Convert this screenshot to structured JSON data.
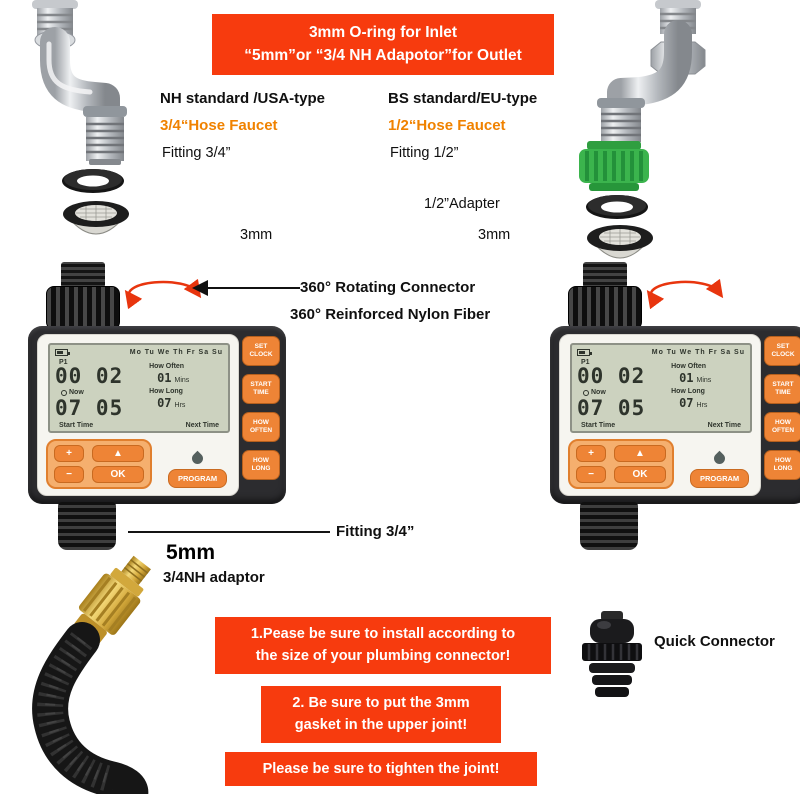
{
  "banner": {
    "line1": "3mm O-ring for Inlet",
    "line2": "“5mm”or “3/4 NH Adapotor”for Outlet"
  },
  "specs": {
    "left": {
      "title": "NH standard /USA-type",
      "hose": "3/4“Hose Faucet",
      "fitting": "Fitting 3/4”"
    },
    "right": {
      "title": "BS standard/EU-type",
      "hose": "1/2“Hose Faucet",
      "fitting": "Fitting 1/2”"
    }
  },
  "callouts": {
    "half_adapter": "1/2”Adapter",
    "gasket_left": "3mm",
    "gasket_right": "3mm",
    "rotate_line1": "360° Rotating Connector",
    "rotate_line2": "360° Reinforced Nylon Fiber",
    "fitting_outlet": "Fitting 3/4”",
    "adaptor_size": "5mm",
    "adaptor_name": "3/4NH adaptor",
    "quick_connector": "Quick Connector"
  },
  "timer": {
    "days": "Mo Tu We Th Fr Sa Su",
    "program": "P1",
    "time_top": "00 02",
    "time_bottom": "07 05",
    "now_label": "Now",
    "how_often": "How Often",
    "often_value": "01",
    "often_unit": "Mins",
    "how_long": "How Long",
    "long_value": "07",
    "long_unit": "Hrs",
    "start_time": "Start Time",
    "next_time": "Next Time",
    "side_buttons": [
      {
        "line1": "SET",
        "line2": "CLOCK"
      },
      {
        "line1": "START",
        "line2": "TIME"
      },
      {
        "line1": "HOW",
        "line2": "OFTEN"
      },
      {
        "line1": "HOW",
        "line2": "LONG"
      }
    ],
    "btn_plus": "+",
    "btn_up": "▲",
    "btn_minus": "−",
    "btn_ok": "OK",
    "btn_program": "PROGRAM"
  },
  "warnings": {
    "w1_line1": "1.Pease be sure to install according to",
    "w1_line2": "the size of your plumbing connector!",
    "w2_line1": "2. Be sure to put the 3mm",
    "w2_line2": "gasket in the upper joint!",
    "w3": "Please be sure to tighten the joint!"
  },
  "colors": {
    "alert_red": "#f73b0e",
    "accent_orange": "#f08200",
    "button_orange": "#ee8436",
    "adapter_green": "#3bb44d",
    "lcd_green": "#ccd2bf"
  }
}
